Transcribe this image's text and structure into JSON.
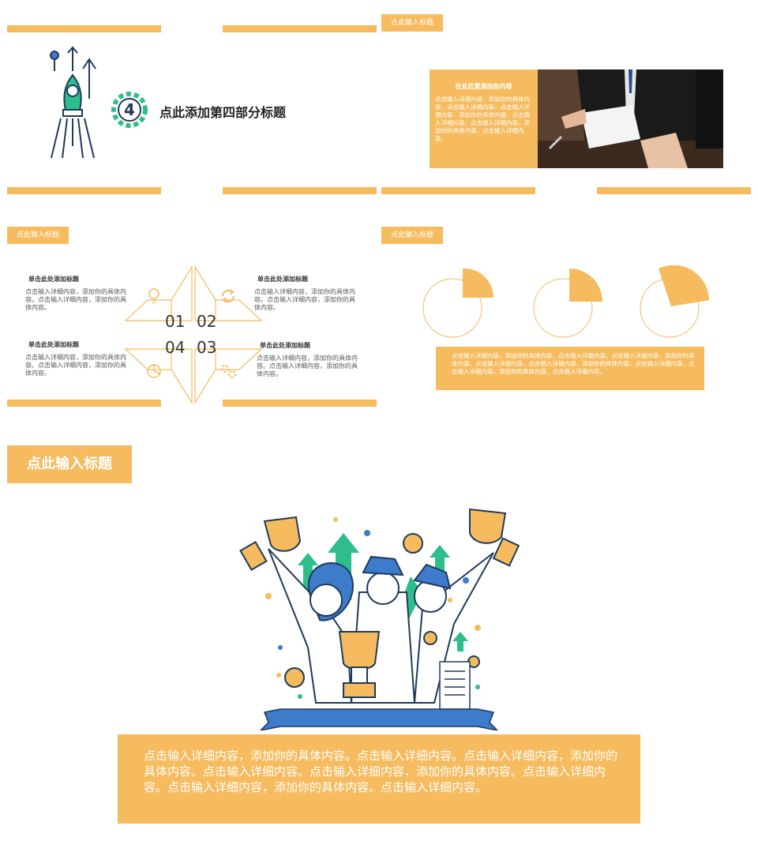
{
  "slide1": {
    "number": "4",
    "title": "点此添加第四部分标题"
  },
  "slide2": {
    "tag": "点此输入标题",
    "box_title": "在此位置添加你内容",
    "box_text": "点击输入详细内容，添加你的具体内容。点击输入详细内容。点击输入详细内容，添加你的具体内容。点击输入详细内容。点击输入详细内容，添加你的具体内容。点击输入详细内容。"
  },
  "slide3": {
    "tag": "点此输入标题",
    "items": [
      {
        "title": "单击此处添加标题",
        "text": "点击输入详细内容，添加你的具体内容。点击输入详细内容，添加你的具体内容。",
        "num": "01"
      },
      {
        "title": "单击此处添加标题",
        "text": "点击输入详细内容，添加你的具体内容。点击输入详细内容，添加你的具体内容。",
        "num": "02"
      },
      {
        "title": "单击此处添加标题",
        "text": "点击输入详细内容，添加你的具体内容。点击输入详细内容，添加你的具体内容。",
        "num": "03"
      },
      {
        "title": "单击此处添加标题",
        "text": "点击输入详细内容，添加你的具体内容。点击输入详细内容，添加你的具体内容。",
        "num": "04"
      }
    ],
    "icons": [
      "lightbulb-icon",
      "refresh-icon",
      "pie-chart-icon",
      "gears-icon"
    ]
  },
  "slide4": {
    "tag": "点此输入标题",
    "text": "点击输入详细内容，添加你的具体内容。点击输入详细内容。点击输入详细内容，添加你的具体内容。点击输入详细内容。点击输入详细内容，添加你的具体内容。点击输入详细内容。点击输入详细内容，添加你的具体内容。点击输入详细内容。",
    "pies": [
      0.22,
      0.25,
      0.3
    ]
  },
  "slide5": {
    "tag": "点此输入标题",
    "text": "点击输入详细内容，添加你的具体内容。点击输入详细内容。点击输入详细内容，添加你的具体内容。点击输入详细内容。点击输入详细内容，添加你的具体内容。点击输入详细内容。点击输入详细内容，添加你的具体内容。点击输入详细内容。"
  },
  "colors": {
    "accent": "#F5BB5E",
    "green": "#2DBE8C",
    "blue": "#3D7BCB"
  }
}
